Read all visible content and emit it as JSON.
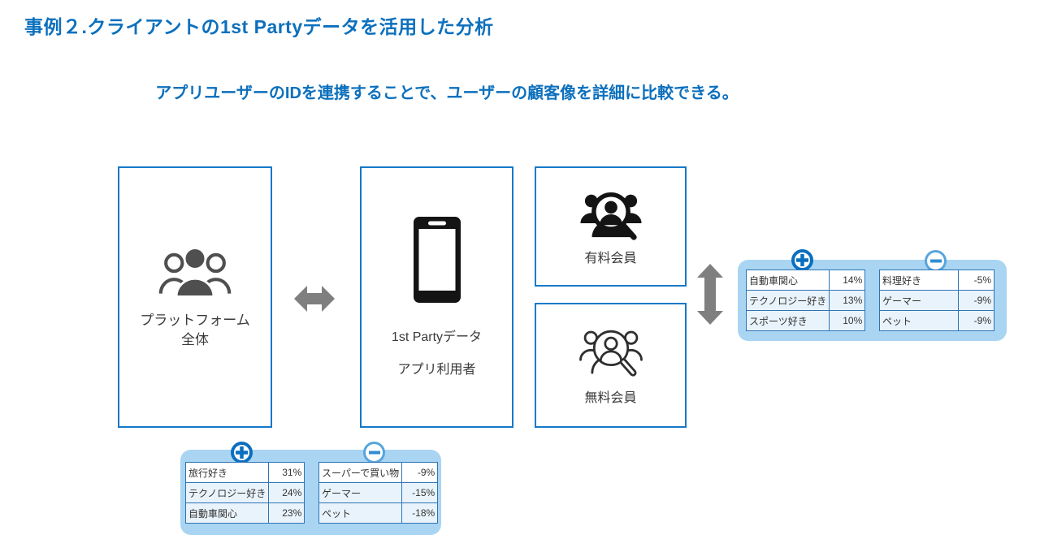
{
  "title": "事例２.クライアントの1st Partyデータを活用した分析",
  "subtitle": "アプリユーザーのIDを連携することで、ユーザーの顧客像を詳細に比較できる。",
  "colors": {
    "accent": "#0c70bd",
    "box-border": "#1579c8",
    "panel-bg": "#a9d5f2",
    "table-border": "#2e74b5",
    "row-alt": "#e9f3fb",
    "arrow-gray": "#7f7f7f",
    "icon-dark": "#4f4f4f",
    "icon-black": "#141414",
    "badge-plus": "#0a6fc0",
    "badge-minus-ring": "#56a5dc",
    "badge-minus-bar": "#2f8ed2",
    "text-dark": "#333333"
  },
  "boxes": {
    "platform": {
      "label_line1": "プラットフォーム",
      "label_line2": "全体",
      "icon": "people-group-icon"
    },
    "first_party": {
      "label_line1": "1st Partyデータ",
      "label_line2": "アプリ利用者",
      "icon": "smartphone-icon"
    },
    "paid": {
      "label": "有料会員",
      "icon": "people-magnifier-filled-icon"
    },
    "free": {
      "label": "無料会員",
      "icon": "people-magnifier-outline-icon"
    }
  },
  "arrows": {
    "horizontal": "double-arrow-left-right",
    "vertical": "double-arrow-up-down"
  },
  "tables": {
    "member_compare": {
      "plus": {
        "badge": "plus",
        "rows": [
          {
            "label": "自動車関心",
            "value": "14%"
          },
          {
            "label": "テクノロジー好き",
            "value": "13%"
          },
          {
            "label": "スポーツ好き",
            "value": "10%"
          }
        ]
      },
      "minus": {
        "badge": "minus",
        "rows": [
          {
            "label": "料理好き",
            "value": "-5%"
          },
          {
            "label": "ゲーマー",
            "value": "-9%"
          },
          {
            "label": "ペット",
            "value": "-9%"
          }
        ]
      }
    },
    "platform_compare": {
      "plus": {
        "badge": "plus",
        "rows": [
          {
            "label": "旅行好き",
            "value": "31%"
          },
          {
            "label": "テクノロジー好き",
            "value": "24%"
          },
          {
            "label": "自動車関心",
            "value": "23%"
          }
        ]
      },
      "minus": {
        "badge": "minus",
        "rows": [
          {
            "label": "スーパーで買い物",
            "value": "-9%"
          },
          {
            "label": "ゲーマー",
            "value": "-15%"
          },
          {
            "label": "ペット",
            "value": "-18%"
          }
        ]
      }
    }
  }
}
